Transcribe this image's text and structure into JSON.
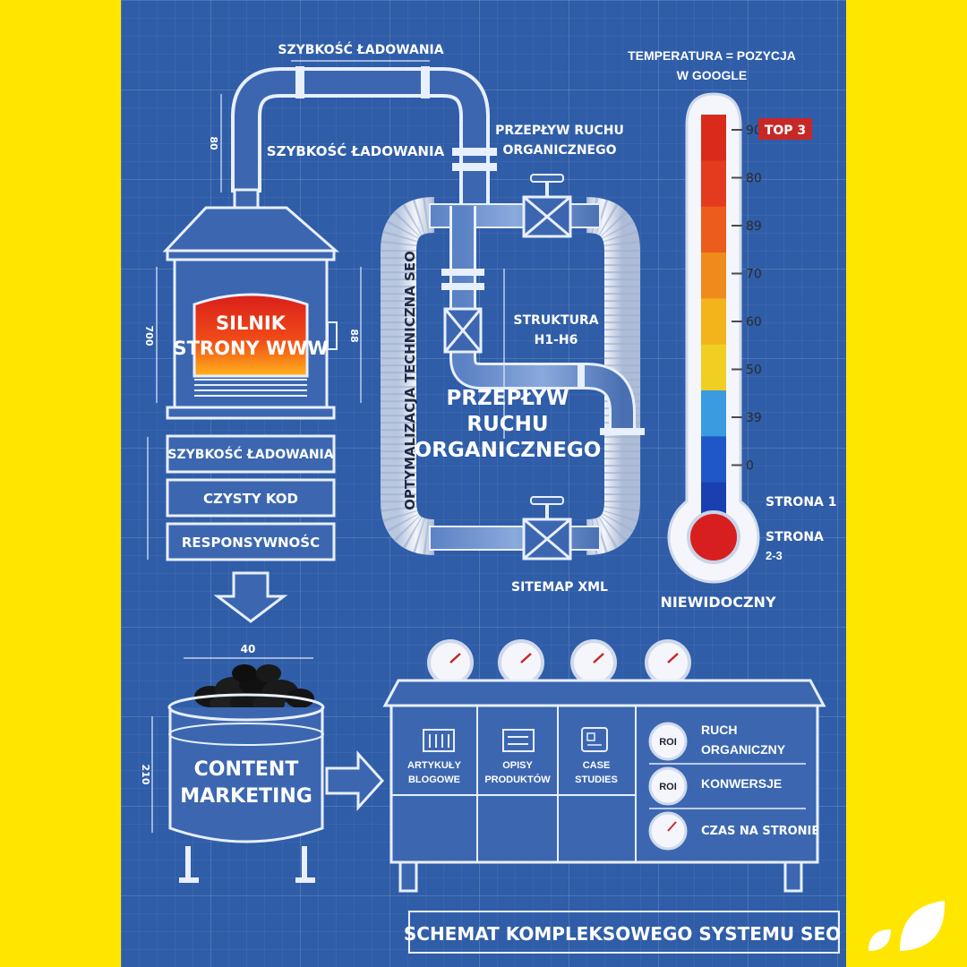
{
  "top_pipe": {
    "label_top": "SZYBKOŚĆ ŁADOWANIA",
    "label_mid": "SZYBKOŚĆ ŁADOWANIA",
    "dim_left": "80"
  },
  "furnace": {
    "engine_line1": "SILNIK",
    "engine_line2": "STRONY WWW",
    "dim_left": "700",
    "dim_right": "88",
    "layers": [
      "SZYBKOŚĆ ŁADOWANIA",
      "CZYSTY KOD",
      "RESPONSYWNOŚC"
    ]
  },
  "loop": {
    "flow_label": "PRZEPŁYW RUCHU ORGANICZNEGO",
    "vertical_label": "OPTYMALIZACJA TECHNICZNA SEO",
    "structure_line1": "STRUKTURA",
    "structure_line2": "H1-H6",
    "main_line1": "PRZEPŁYW",
    "main_line2": "RUCHU",
    "main_line3": "ORGANICZNEGO",
    "sitemap": "SITEMAP XML"
  },
  "thermometer": {
    "title_line1": "TEMPERATURA = POZYCJA",
    "title_line2": "W GOOGLE",
    "ticks": [
      "90",
      "80",
      "89",
      "70",
      "60",
      "50",
      "39",
      "0"
    ],
    "top_badge": "TOP 3",
    "strona1": "STRONA 1",
    "strona23_line1": "STRONA",
    "strona23_line2": "2-3",
    "invisible": "NIEWIDOCZNY",
    "band_colors": [
      "#d92a1c",
      "#e43a1e",
      "#ec5d1d",
      "#f08a1c",
      "#f3b31b",
      "#f0cf22",
      "#3a9be0",
      "#1f57c8",
      "#1a3fb0"
    ],
    "bulb_color": "#d81f1f"
  },
  "coal": {
    "dim_top": "40",
    "dim_left": "210",
    "label_line1": "CONTENT",
    "label_line2": "MARKETING"
  },
  "console": {
    "col1_line1": "ARTYKUŁY",
    "col1_line2": "BLOGOWE",
    "col2_line1": "OPISY",
    "col2_line2": "PRODUKTÓW",
    "col3_line1": "CASE",
    "col3_line2": "STUDIES",
    "roi_badge": "ROI",
    "metric1_line1": "RUCH",
    "metric1_line2": "ORGANICZNY",
    "metric2": "KONWERSJE",
    "metric3": "CZAS NA STRONIE"
  },
  "footer": {
    "title": "SCHEMAT KOMPLEKSOWEGO SYSTEMU SEO"
  }
}
